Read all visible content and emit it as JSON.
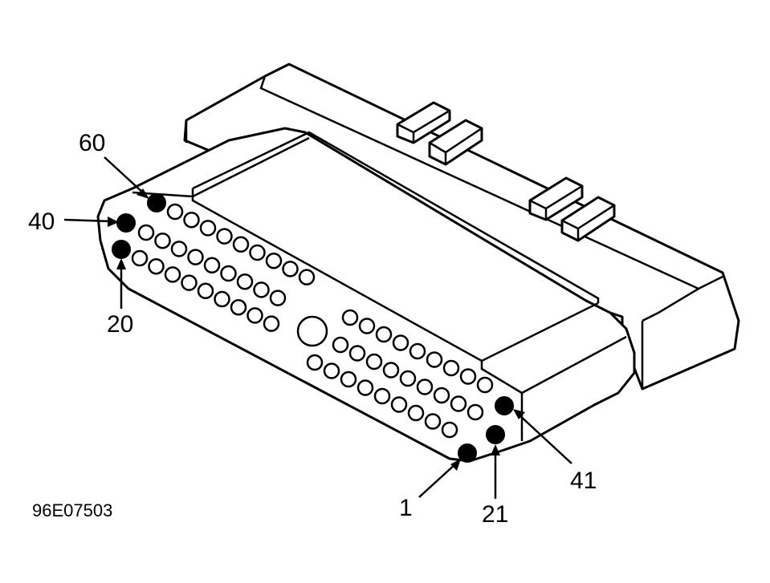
{
  "figure_code": "96E07503",
  "callouts": {
    "pin_60": "60",
    "pin_40": "40",
    "pin_20": "20",
    "pin_1": "1",
    "pin_21": "21",
    "pin_41": "41"
  },
  "connector": {
    "pin_count": 60,
    "marked_pins": [
      "1",
      "20",
      "21",
      "40",
      "41",
      "60"
    ]
  }
}
